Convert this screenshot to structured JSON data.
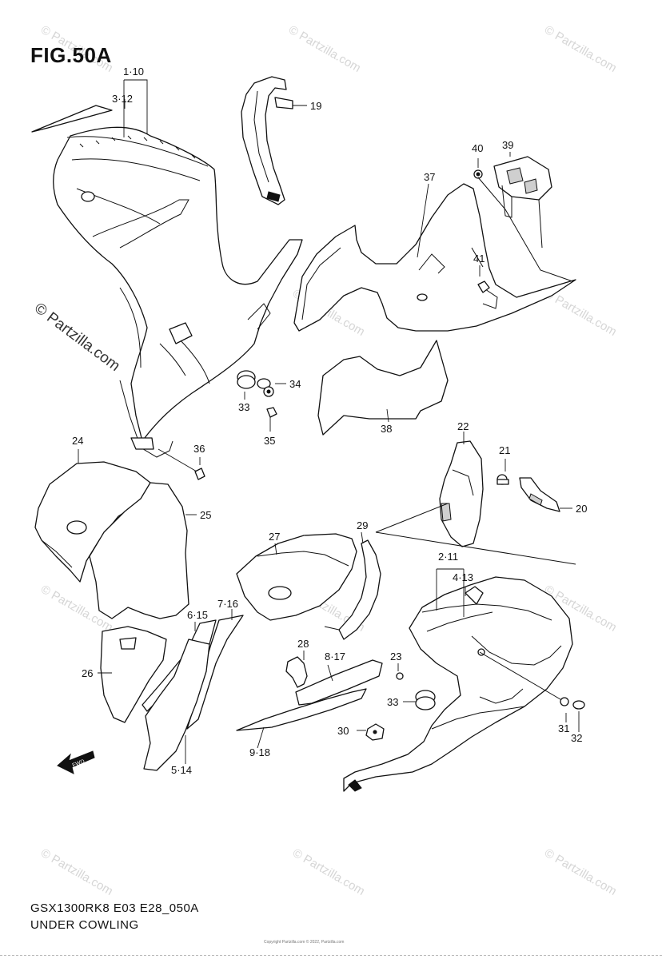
{
  "figure": {
    "title": "FIG.50A",
    "model": "GSX1300RK8 E03 E28_050A",
    "name": "UNDER COWLING",
    "copyright": "Copyright Partzilla.com © 2022, Partzilla.com"
  },
  "watermark": {
    "text": "© Partzilla.com",
    "side_text": "© Partzilla.com"
  },
  "direction_arrow": {
    "label": "FWD"
  },
  "callouts": {
    "c1": "1·10",
    "c2": "3·12",
    "c3": "19",
    "c4": "40",
    "c5": "39",
    "c6": "37",
    "c7": "41",
    "c8": "34",
    "c9": "33",
    "c10": "35",
    "c11": "38",
    "c12": "36",
    "c13": "24",
    "c14": "25",
    "c15": "22",
    "c16": "21",
    "c17": "20",
    "c18": "27",
    "c19": "29",
    "c20": "2·11",
    "c21": "4·13",
    "c22": "6·15",
    "c23": "7·16",
    "c24": "26",
    "c25": "28",
    "c26": "8·17",
    "c27": "23",
    "c28": "33",
    "c29": "30",
    "c30": "31",
    "c31": "32",
    "c32": "9·18",
    "c33": "5·14"
  }
}
